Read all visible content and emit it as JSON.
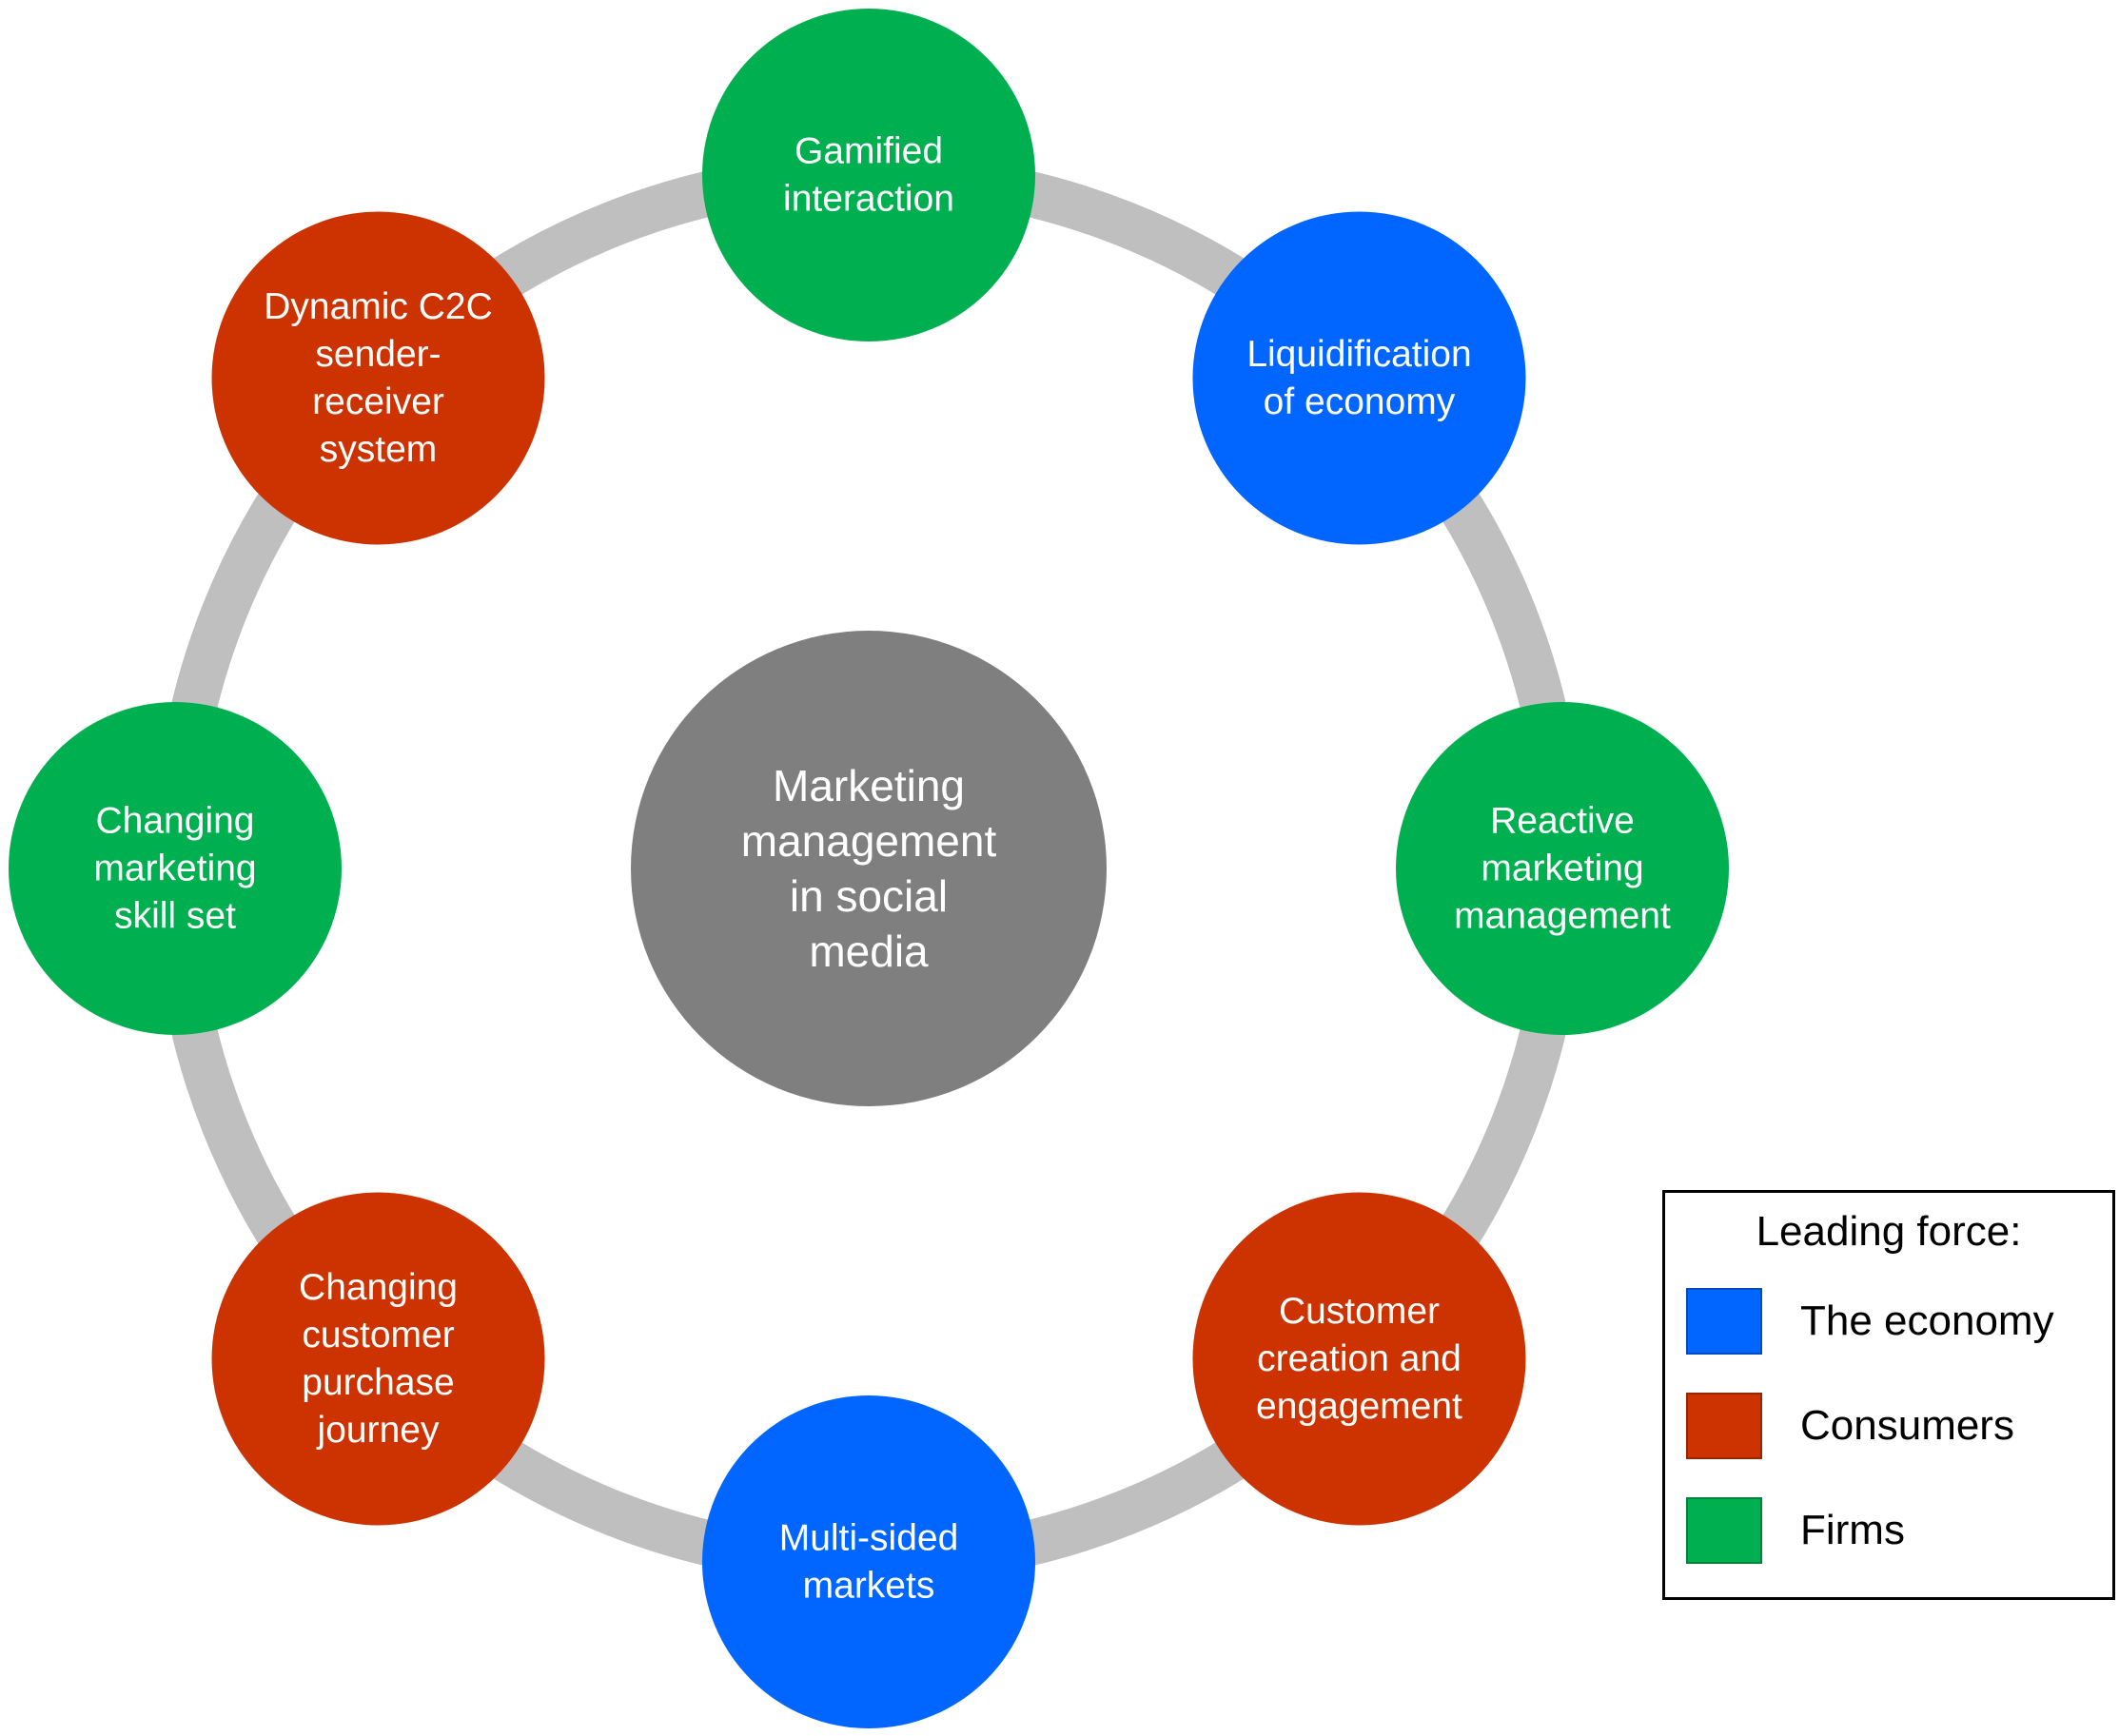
{
  "center": {
    "lines": [
      "Marketing",
      "management",
      "in social",
      "media"
    ],
    "color": "#7f7f7f"
  },
  "colors": {
    "economy": "#0066ff",
    "consumers": "#cc3300",
    "firms": "#00b050",
    "ring": "#bfbfbf"
  },
  "nodes": [
    {
      "id": "gamified-interaction",
      "lines": [
        "Gamified",
        "interaction"
      ],
      "force": "firms"
    },
    {
      "id": "liquidification-of-economy",
      "lines": [
        "Liquidification",
        "of economy"
      ],
      "force": "economy"
    },
    {
      "id": "reactive-marketing-management",
      "lines": [
        "Reactive",
        "marketing",
        "management"
      ],
      "force": "firms"
    },
    {
      "id": "customer-creation-and-engagement",
      "lines": [
        "Customer",
        "creation and",
        "engagement"
      ],
      "force": "consumers"
    },
    {
      "id": "multi-sided-markets",
      "lines": [
        "Multi-sided",
        "markets"
      ],
      "force": "economy"
    },
    {
      "id": "changing-customer-purchase-journey",
      "lines": [
        "Changing",
        "customer",
        "purchase",
        "journey"
      ],
      "force": "consumers"
    },
    {
      "id": "changing-marketing-skill-set",
      "lines": [
        "Changing",
        "marketing",
        "skill set"
      ],
      "force": "firms"
    },
    {
      "id": "dynamic-c2c-sender-receiver-system",
      "lines": [
        "Dynamic C2C",
        "sender-",
        "receiver",
        "system"
      ],
      "force": "consumers"
    }
  ],
  "legend": {
    "title": "Leading force:",
    "items": [
      {
        "label": "The economy",
        "color": "#0066ff"
      },
      {
        "label": "Consumers",
        "color": "#cc3300"
      },
      {
        "label": "Firms",
        "color": "#00b050"
      }
    ]
  }
}
